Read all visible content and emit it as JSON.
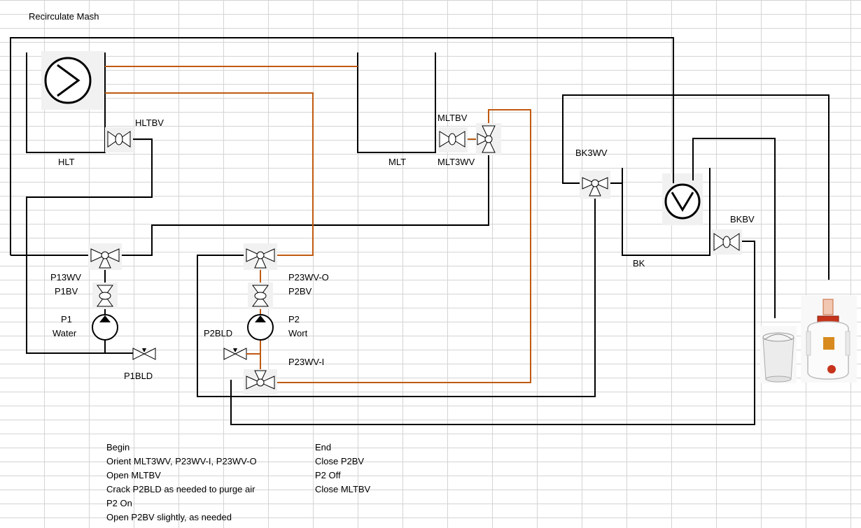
{
  "title": "Recirculate Mash",
  "vessels": {
    "hlt": "HLT",
    "mlt": "MLT",
    "bk": "BK"
  },
  "valves": {
    "hltbv": "HLTBV",
    "mltbv": "MLTBV",
    "mlt3wv": "MLT3WV",
    "bk3wv": "BK3WV",
    "bkbv": "BKBV",
    "p13wv": "P13WV",
    "p1bv": "P1BV",
    "p1bld": "P1BLD",
    "p23wv_o": "P23WV-O",
    "p2bv": "P2BV",
    "p2bld": "P2BLD",
    "p23wv_i": "P23WV-I"
  },
  "pumps": {
    "p1": {
      "name": "P1",
      "service": "Water"
    },
    "p2": {
      "name": "P2",
      "service": "Wort"
    }
  },
  "colors": {
    "water_line": "#000000",
    "wort_line": "#c05a10",
    "grid": "#d4d4d4"
  },
  "procedure": {
    "begin": {
      "heading": "Begin",
      "steps": [
        "Orient MLT3WV, P23WV-I, P23WV-O",
        "Open MLTBV",
        "Crack P2BLD as needed to purge air",
        "P2 On",
        "Open P2BV slightly, as needed"
      ]
    },
    "end": {
      "heading": "End",
      "steps": [
        "Close P2BV",
        "P2 Off",
        "Close MLTBV"
      ]
    }
  }
}
